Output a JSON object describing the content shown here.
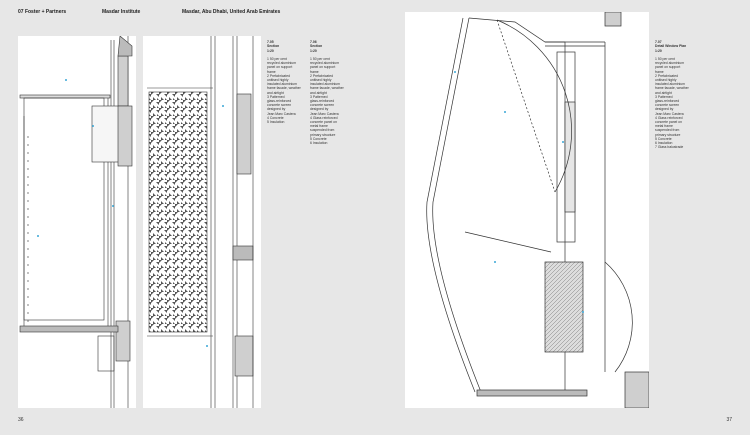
{
  "header": {
    "section": "07 Foster + Partners",
    "project": "Masdar Institute",
    "location": "Masdar, Abu Dhabi, United Arab Emirates"
  },
  "captions": {
    "left_a": {
      "title": "7.05\nSection\n1:20",
      "body": "1 50 per cent\nrecycled aluminium\npanel on support\nframe\n2 Prefabricated\nunitised highly\ninsulated aluminium\nframe facade, weather\nand airtight\n3 Patterned\nglass-reinforced\nconcrete screen\ndesigned by\nJean Marc Castera\n4 Concrete\n5 Insulation"
    },
    "left_b": {
      "title": "7.06\nSection\n1:20",
      "body": "1 50 per cent\nrecycled aluminium\npanel on support\nframe\n2 Prefabricated\nunitised highly\ninsulated aluminium\nframe facade, weather\nand airtight\n3 Patterned\nglass-reinforced\nconcrete screen\ndesigned by\nJean Marc Castera\n4 Glass reinforced\nconcrete panel on\nmetal frame\nsuspended from\nprimary structure\n5 Concrete\n6 Insulation"
    },
    "right": {
      "title": "7.07\nDetail Window Plan\n1:20",
      "body": "1 50 per cent\nrecycled aluminium\npanel on support\nframe\n2 Prefabricated\nunitised highly\ninsulated aluminium\nframe facade, weather\nand airtight\n3 Patterned\nglass-reinforced\nconcrete screen\ndesigned by\nJean Marc Castera\n4 Glass reinforced\nconcrete panel on\nmetal frame\nsuspended from\nprimary structure\n5 Concrete\n6 Insulation\n7 Glass balustrade"
    }
  },
  "page_numbers": {
    "left": "36",
    "right": "37"
  },
  "colors": {
    "background": "#e7e7e7",
    "paper": "#ffffff",
    "line": "#333333",
    "annotation": "#3aa7d6"
  }
}
